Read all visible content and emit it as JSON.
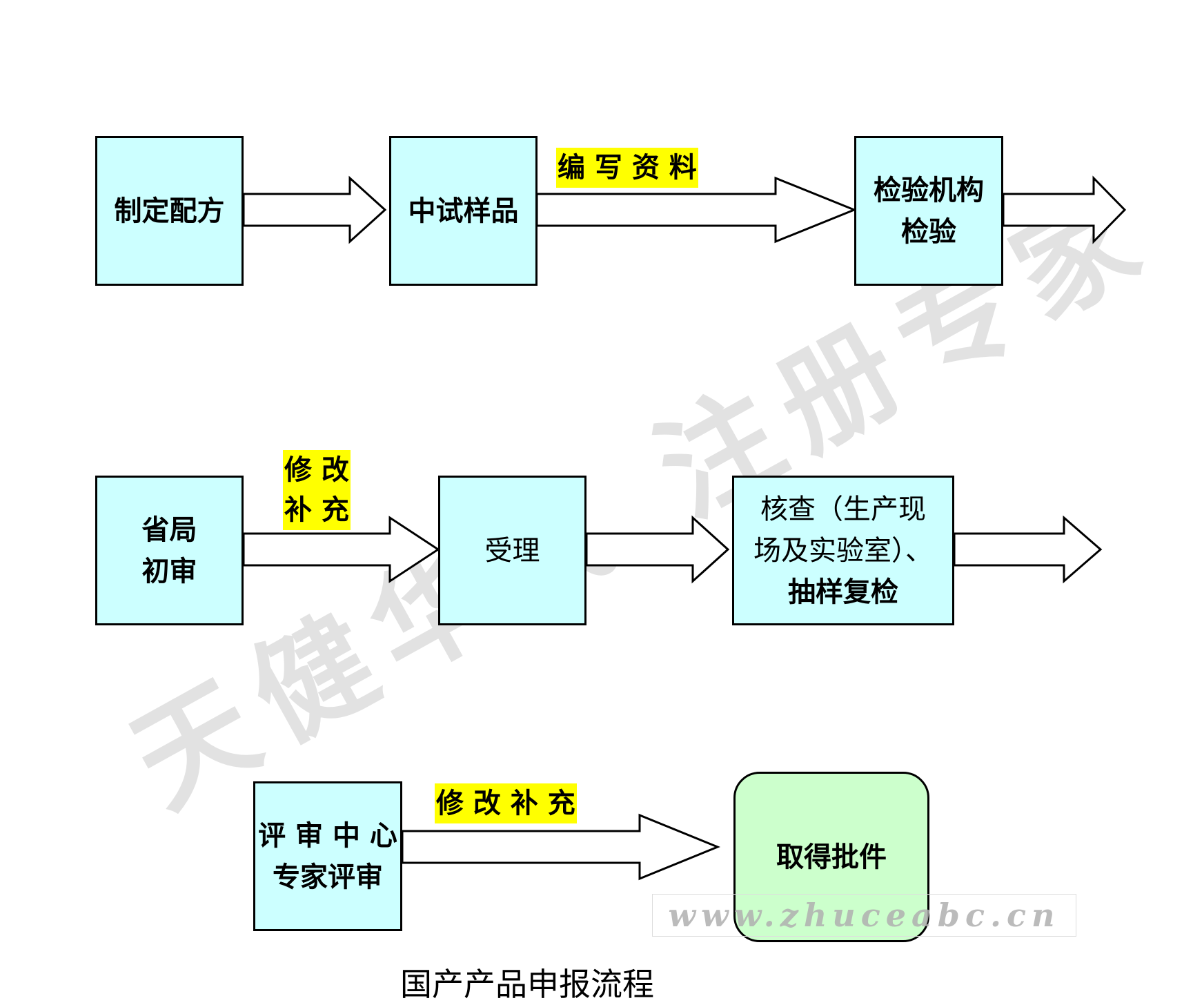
{
  "nodes": {
    "formulate": {
      "lines": [
        "制定配方"
      ]
    },
    "pilot": {
      "lines": [
        "中试样品"
      ]
    },
    "inspection": {
      "lines": [
        "检验机构",
        "检验"
      ]
    },
    "provincial": {
      "lines": [
        "省局",
        "初审"
      ]
    },
    "acceptance": {
      "lines": [
        "受理"
      ]
    },
    "verification": {
      "lines": [
        "核查（生产现",
        "场及实验室）、",
        "抽样复检"
      ]
    },
    "expert": {
      "lines": [
        "评 审 中 心",
        "专家评审"
      ]
    },
    "approval": {
      "lines": [
        "取得批件"
      ]
    }
  },
  "edge_labels": {
    "write_docs": "编 写 资 料",
    "revise_1_line1": "修 改",
    "revise_1_line2": "补 充",
    "revise_2": "修 改 补 充"
  },
  "caption": "国产产品申报流程",
  "watermark": "天健华成 注册专家",
  "url_watermark": "www.zhuceabc.cn"
}
